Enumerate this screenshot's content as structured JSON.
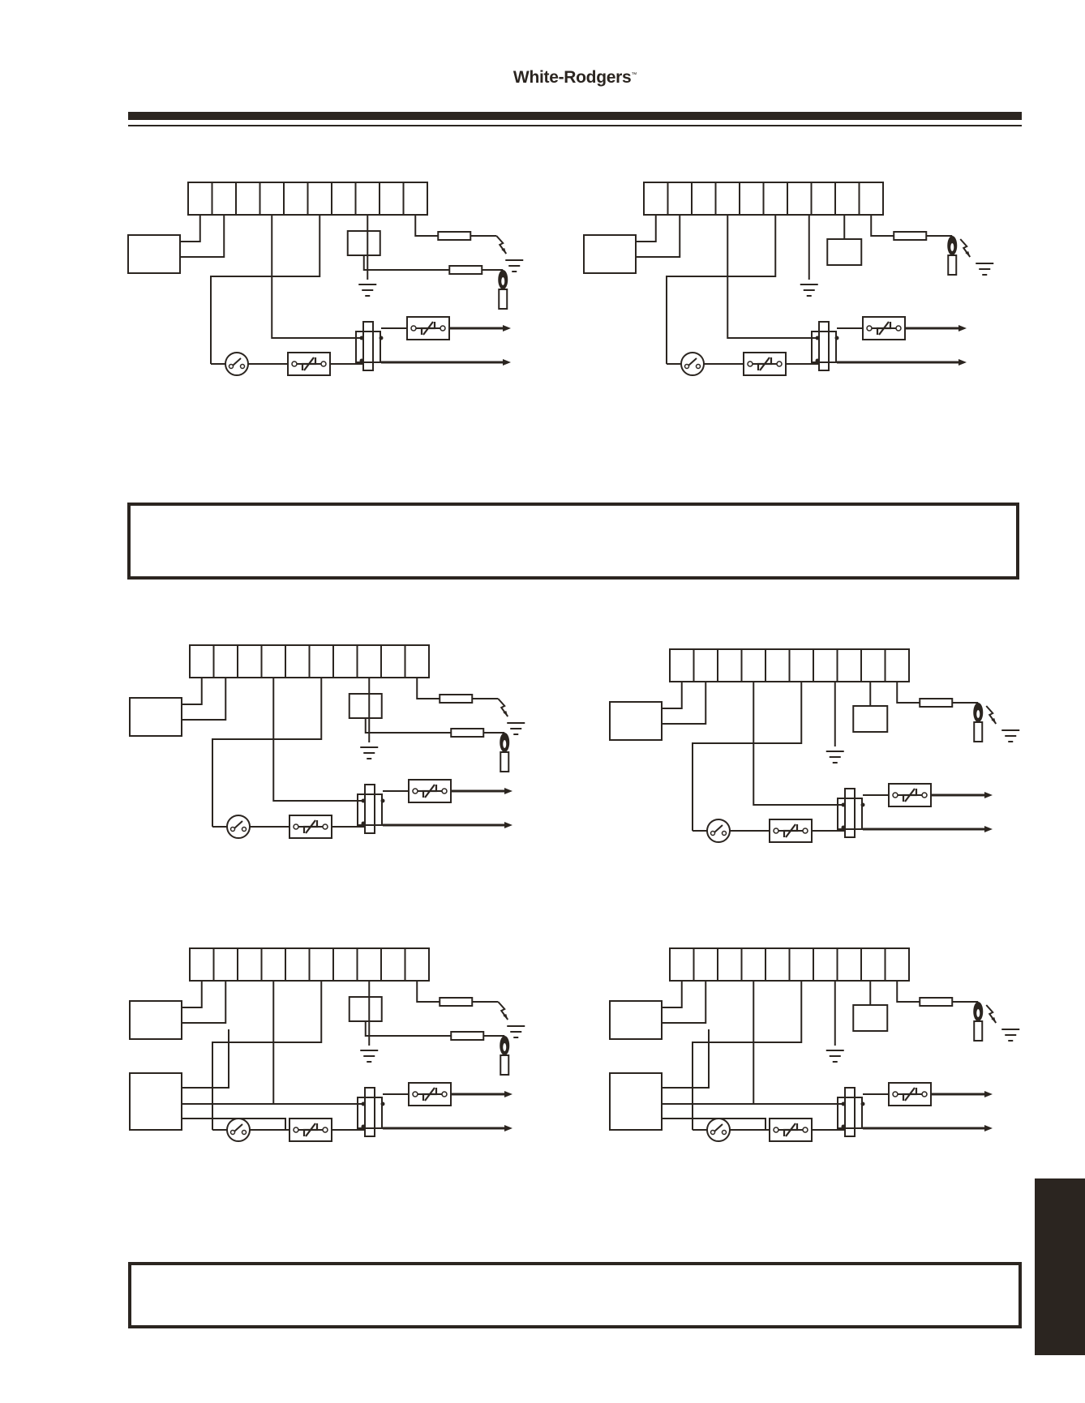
{
  "header": {
    "brand": "White-Rodgers",
    "trademark": "™"
  },
  "colors": {
    "ink": "#2b2520",
    "paper": "#ffffff"
  },
  "diagrams": [
    {
      "variant": "external-ignitor",
      "extra_box": false
    },
    {
      "variant": "local-ignitor",
      "extra_box": false
    },
    {
      "variant": "external-ignitor",
      "extra_box": false
    },
    {
      "variant": "local-ignitor",
      "extra_box": false
    },
    {
      "variant": "external-ignitor",
      "extra_box": true
    },
    {
      "variant": "local-ignitor",
      "extra_box": true
    }
  ],
  "icons": {
    "ground": "ground-icon",
    "spark": "spark-icon",
    "flame_sensor": "flame-sensor-icon",
    "limit_switch": "limit-switch-icon",
    "pressure_switch": "pressure-switch-icon",
    "gas_valve": "gas-valve-icon"
  }
}
